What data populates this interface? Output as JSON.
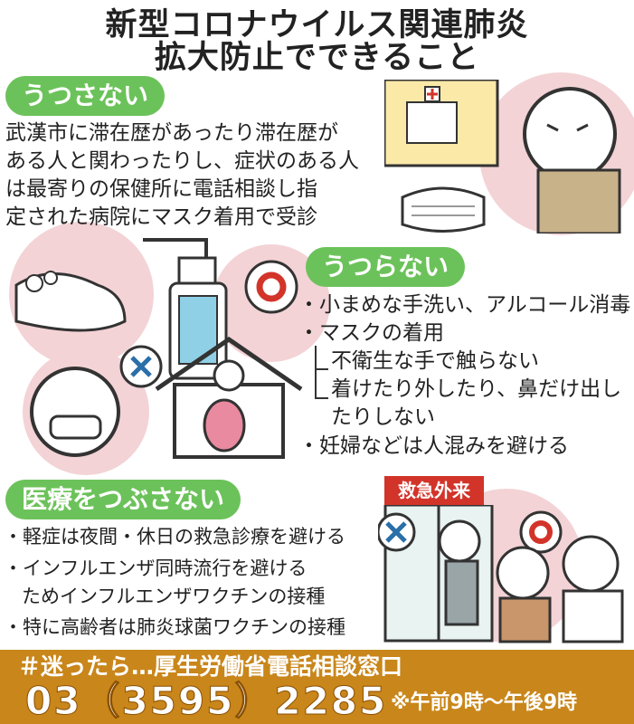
{
  "title": {
    "line1": "新型コロナウイルス関連肺炎",
    "line2": "拡大防止でできること"
  },
  "section1": {
    "heading": "うつさない",
    "lines": [
      "武漢市に滞在歴があったり滞在歴が",
      "ある人と関わったりし、症状のある人",
      "は最寄りの保健所に電話相談し指",
      "定された病院にマスク着用で受診"
    ]
  },
  "section2": {
    "heading": "うつらない",
    "items": [
      {
        "text": "・小まめな手洗い、アルコール消毒"
      },
      {
        "text": "・マスクの着用"
      },
      {
        "text": "不衛生な手で触らない"
      },
      {
        "text": "着けたり外したり、鼻だけ出し"
      },
      {
        "text": "たりしない"
      },
      {
        "text": "・妊婦などは人混みを避ける"
      }
    ]
  },
  "section3": {
    "heading": "医療をつぶさない",
    "items": [
      {
        "text": "・軽症は夜間・休日の救急診療を避ける"
      },
      {
        "text": "・インフルエンザ同時流行を避ける"
      },
      {
        "text": "ためインフルエンザワクチンの接種"
      },
      {
        "text": "・特に高齢者は肺炎球菌ワクチンの接種"
      }
    ],
    "sign": "救急外来"
  },
  "footer": {
    "line1": "＃迷ったら…厚生労働省電話相談窓口",
    "phone": "03（3595）2285",
    "hours": "※午前9時～午後9時"
  },
  "colors": {
    "green": "#6cc25a",
    "orange": "#c9861a",
    "red": "#d2342a",
    "pink": "#f3d3d6"
  },
  "icons": [
    "hospital-icon",
    "sick-person-icon",
    "mask-icon",
    "hand-washing-icon",
    "sanitizer-bottle-icon",
    "check-circle-icon",
    "cross-icon",
    "home-pregnant-icon",
    "child-mask-icon",
    "ambulance-door-icon",
    "doctor-patient-icon"
  ]
}
